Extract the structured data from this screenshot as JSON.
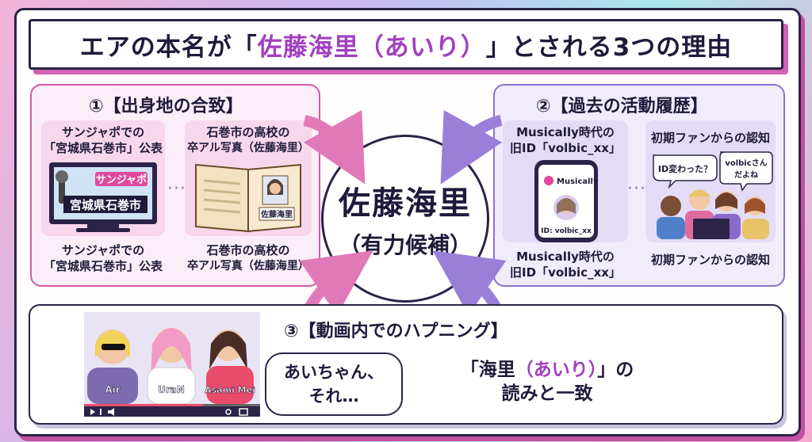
{
  "title": {
    "prefix": "エアの本名が「",
    "highlight": "佐藤海里（あいり）",
    "suffix": "」とされる3つの理由"
  },
  "center": {
    "name": "佐藤海里",
    "candidate": "（有力候補）"
  },
  "panel1": {
    "title": "①【出身地の合致】",
    "box1_caption_top": [
      "サンジャポでの",
      "「宮城県石巻市」公表"
    ],
    "tv_badge": "サンジャポ",
    "tv_caption": "宮城県石巻市",
    "box1_caption_bottom": [
      "サンジャポでの",
      "「宮城県石巻市」公表"
    ],
    "box2_caption_top": [
      "石巻市の高校の",
      "卒アル写真（佐藤海里）"
    ],
    "yearbook_label": "佐藤海里",
    "box2_caption_bottom": [
      "石巻市の高校の",
      "卒アル写真（佐藤海里）"
    ]
  },
  "panel2": {
    "title": "②【過去の活動履歴】",
    "box1_caption_top": [
      "Musically時代の",
      "旧ID「volbic_xx」"
    ],
    "app_name": "Musically",
    "phone_id": "ID: volbic_xx",
    "box1_caption_bottom": [
      "Musically時代の",
      "旧ID「volbic_xx」"
    ],
    "box2_caption_top": "初期ファンからの認知",
    "bubble1": "ID変わった？",
    "bubble2": [
      "volbicさん",
      "だよね"
    ],
    "box2_caption_bottom": "初期ファンからの認知"
  },
  "panel3": {
    "title": "③【動画内でのハプニング】",
    "members": [
      "Air",
      "UraN",
      "Asami Mei"
    ],
    "speech": [
      "あいちゃん、",
      "それ…"
    ],
    "result_prefix": "「海里",
    "result_highlight": "（あいり）",
    "result_suffix": "」の",
    "result_line2": "読みと一致"
  },
  "colors": {
    "accent_pink": "#d15aa8",
    "accent_purple": "#8c6fd0",
    "highlight": "#a23fc0",
    "ink": "#1f1a3a"
  }
}
